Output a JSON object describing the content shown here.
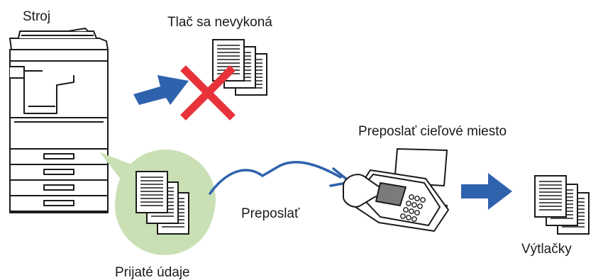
{
  "labels": {
    "machine": "Stroj",
    "no_print": "Tlač sa nevykoná",
    "forward_destination": "Preposlať cieľové miesto",
    "forward": "Preposlať",
    "received_data": "Prijaté údaje",
    "outputs": "Výtlačky"
  },
  "colors": {
    "arrow_blue": "#2f62ad",
    "cross_red": "#e8323a",
    "bubble_green": "#c9e0b4",
    "outline": "#1a1a1a",
    "device_fill": "#ffffff",
    "screen_gray": "#7b7b7b"
  },
  "icons": [
    "copier-icon",
    "cross-icon",
    "document-stack-icon",
    "fax-machine-icon",
    "arrow-right-icon",
    "curved-arrow-icon"
  ]
}
